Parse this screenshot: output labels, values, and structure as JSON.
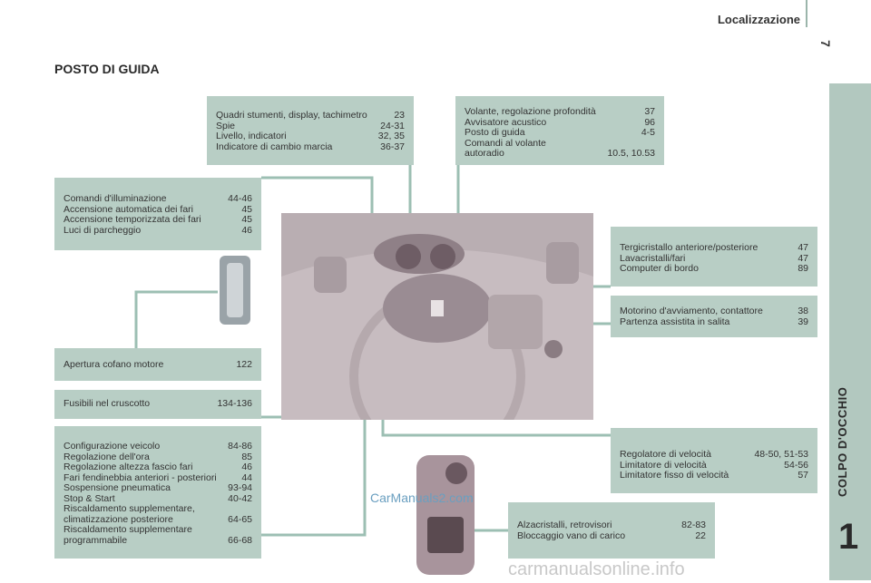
{
  "header": {
    "section": "Localizzazione",
    "page_number": "7"
  },
  "sidebar": {
    "label": "COLPO D'OCCHIO",
    "chapter": "1"
  },
  "title": "POSTO DI GUIDA",
  "boxes": {
    "quadri": [
      {
        "label": "Quadri stumenti, display, tachimetro",
        "pages": "23"
      },
      {
        "label": "Spie",
        "pages": "24-31"
      },
      {
        "label": "Livello, indicatori",
        "pages": "32, 35"
      },
      {
        "label": "Indicatore di cambio marcia",
        "pages": "36-37"
      }
    ],
    "volante": [
      {
        "label": "Volante, regolazione profondità",
        "pages": "37"
      },
      {
        "label": "Avvisatore acustico",
        "pages": "96"
      },
      {
        "label": "Posto di guida",
        "pages": "4-5"
      },
      {
        "label": "Comandi al volante",
        "pages": ""
      },
      {
        "label": "autoradio",
        "pages": "10.5, 10.53"
      }
    ],
    "illuminazione": [
      {
        "label": "Comandi d'illuminazione",
        "pages": "44-46"
      },
      {
        "label": "Accensione automatica dei fari",
        "pages": "45"
      },
      {
        "label": "Accensione temporizzata dei fari",
        "pages": "45"
      },
      {
        "label": "Luci di parcheggio",
        "pages": "46"
      }
    ],
    "tergicristallo": [
      {
        "label": "Tergicristallo anteriore/posteriore",
        "pages": "47"
      },
      {
        "label": "Lavacristalli/fari",
        "pages": "47"
      },
      {
        "label": "Computer di bordo",
        "pages": "89"
      }
    ],
    "motorino": [
      {
        "label": "Motorino d'avviamento, contattore",
        "pages": "38"
      },
      {
        "label": "Partenza assistita in salita",
        "pages": "39"
      }
    ],
    "cofano": [
      {
        "label": "Apertura cofano motore",
        "pages": "122"
      }
    ],
    "fusibili": [
      {
        "label": "Fusibili nel cruscotto",
        "pages": "134-136"
      }
    ],
    "configurazione": [
      {
        "label": "Configurazione veicolo",
        "pages": "84-86"
      },
      {
        "label": "Regolazione dell'ora",
        "pages": "85"
      },
      {
        "label": "Regolazione altezza fascio fari",
        "pages": "46"
      },
      {
        "label": "Fari fendinebbia anteriori - posteriori",
        "pages": "44"
      },
      {
        "label": "Sospensione pneumatica",
        "pages": "93-94"
      },
      {
        "label": "Stop & Start",
        "pages": "40-42"
      },
      {
        "label": "Riscaldamento supplementare,",
        "pages": ""
      },
      {
        "label": "climatizzazione posteriore",
        "pages": "64-65"
      },
      {
        "label": "Riscaldamento supplementare",
        "pages": ""
      },
      {
        "label": "programmabile",
        "pages": "66-68"
      }
    ],
    "regolatore": [
      {
        "label": "Regolatore di velocità",
        "pages": "48-50, 51-53"
      },
      {
        "label": "Limitatore di velocità",
        "pages": "54-56"
      },
      {
        "label": "Limitatore fisso di velocità",
        "pages": "57"
      }
    ],
    "alzacristalli": [
      {
        "label": "Alzacristalli, retrovisori",
        "pages": "82-83"
      },
      {
        "label": "Bloccaggio vano di carico",
        "pages": "22"
      }
    ]
  },
  "watermarks": {
    "carmanuals": "CarManuals2.com",
    "footer": "carmanualsonline.info"
  },
  "colors": {
    "box": "#b8cec5",
    "sidebar": "#b2c8bf",
    "connector": "#8fb5a8"
  }
}
